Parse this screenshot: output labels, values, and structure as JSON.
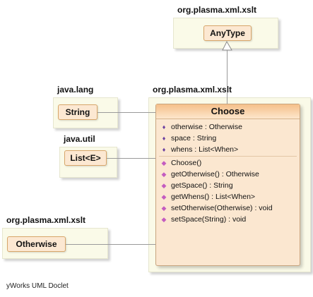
{
  "packages": {
    "top": {
      "name": "org.plasma.xml.xslt",
      "class": "AnyType"
    },
    "java_lang": {
      "name": "java.lang",
      "class": "String"
    },
    "java_util": {
      "name": "java.util",
      "class": "List<E>"
    },
    "xslt_left": {
      "name": "org.plasma.xml.xslt",
      "class": "Otherwise"
    },
    "xslt_main": {
      "name": "org.plasma.xml.xslt"
    }
  },
  "main_class": {
    "name": "Choose",
    "fields": [
      "otherwise : Otherwise",
      "space : String",
      "whens : List<When>"
    ],
    "constructors": [
      "Choose()"
    ],
    "methods": [
      "getOtherwise() : Otherwise",
      "getSpace() : String",
      "getWhens() : List<When>",
      "setOtherwise(Otherwise) : void",
      "setSpace(String) : void"
    ]
  },
  "footer": "yWorks UML Doclet",
  "icons": {
    "field": "field-icon",
    "method": "method-icon"
  },
  "colors": {
    "class_fill": "#fce8d2",
    "class_border": "#d8a66a",
    "package_fill": "#fafae8"
  }
}
